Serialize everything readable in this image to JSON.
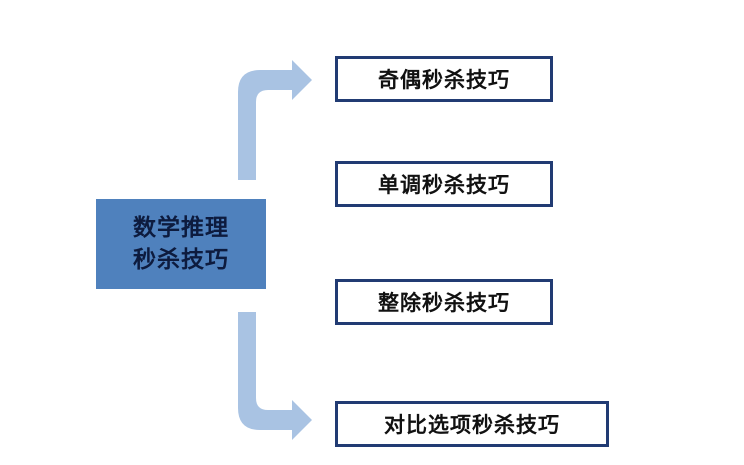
{
  "diagram": {
    "root": {
      "line1": "数学推理",
      "line2": "秒杀技巧"
    },
    "nodes": [
      {
        "label": "奇偶秒杀技巧"
      },
      {
        "label": "单调秒杀技巧"
      },
      {
        "label": "整除秒杀技巧"
      },
      {
        "label": "对比选项秒杀技巧"
      }
    ],
    "colors": {
      "root_fill": "#4f81bd",
      "root_text": "#0d1b3e",
      "node_border": "#213b73",
      "arrow": "#a9c3e3"
    }
  }
}
